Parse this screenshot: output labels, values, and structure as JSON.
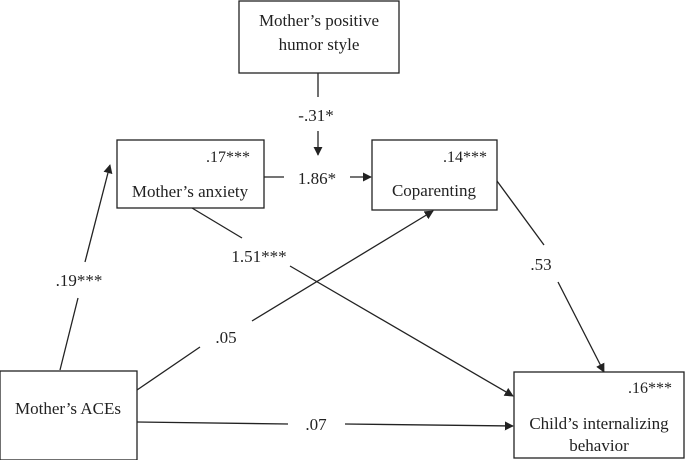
{
  "nodes": {
    "humor": {
      "line1": "Mother’s positive",
      "line2": "humor style"
    },
    "anxiety": {
      "label": "Mother’s anxiety",
      "r2": ".17***"
    },
    "coparenting": {
      "label": "Coparenting",
      "r2": ".14***"
    },
    "aces": {
      "label": "Mother’s ACEs"
    },
    "outcome": {
      "line1": "Child’s internalizing",
      "line2": "behavior",
      "r2": ".16***"
    }
  },
  "paths": {
    "humor_moderation": "-.31*",
    "anxiety_to_coparenting": "1.86*",
    "anxiety_to_outcome": "1.51***",
    "coparenting_to_outcome": ".53",
    "aces_to_anxiety": ".19***",
    "aces_to_coparenting": ".05",
    "aces_to_outcome": ".07"
  }
}
